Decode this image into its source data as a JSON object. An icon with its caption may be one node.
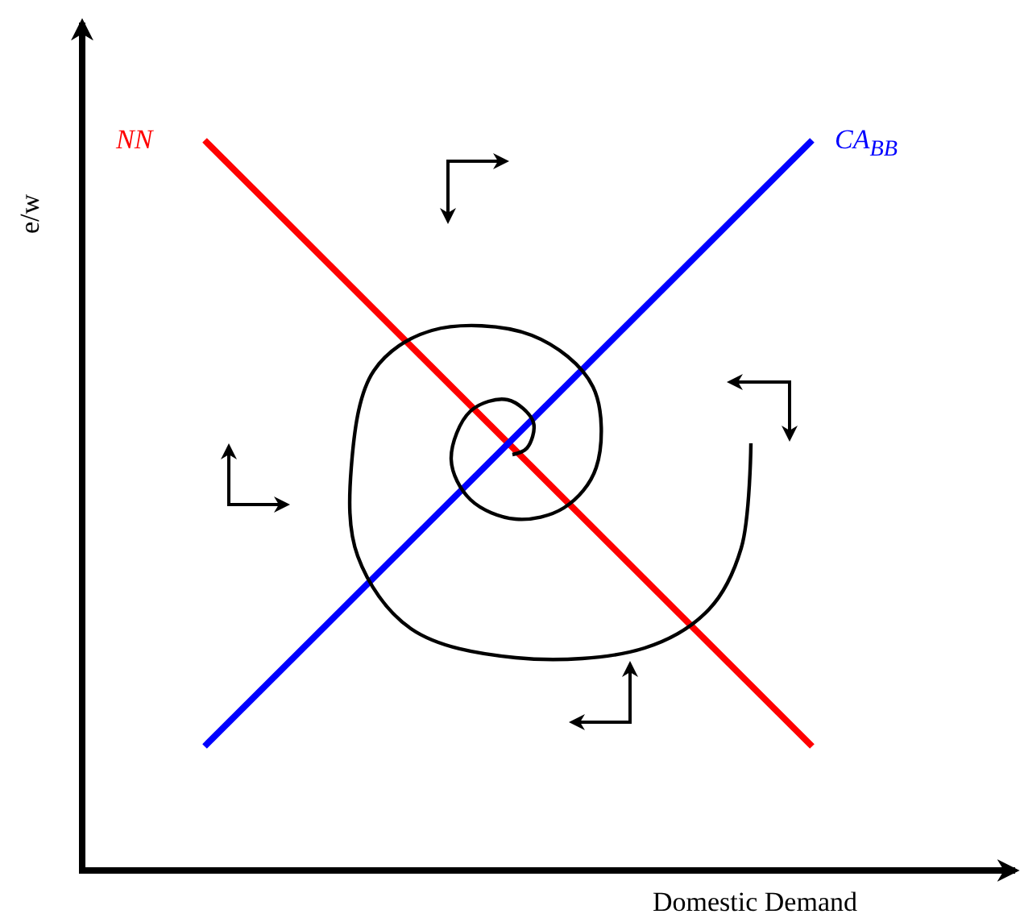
{
  "diagram": {
    "labels": [
      "e/w",
      "NN",
      "CA$_{BB}$",
      "Domestic Demand"
    ]
  }
}
